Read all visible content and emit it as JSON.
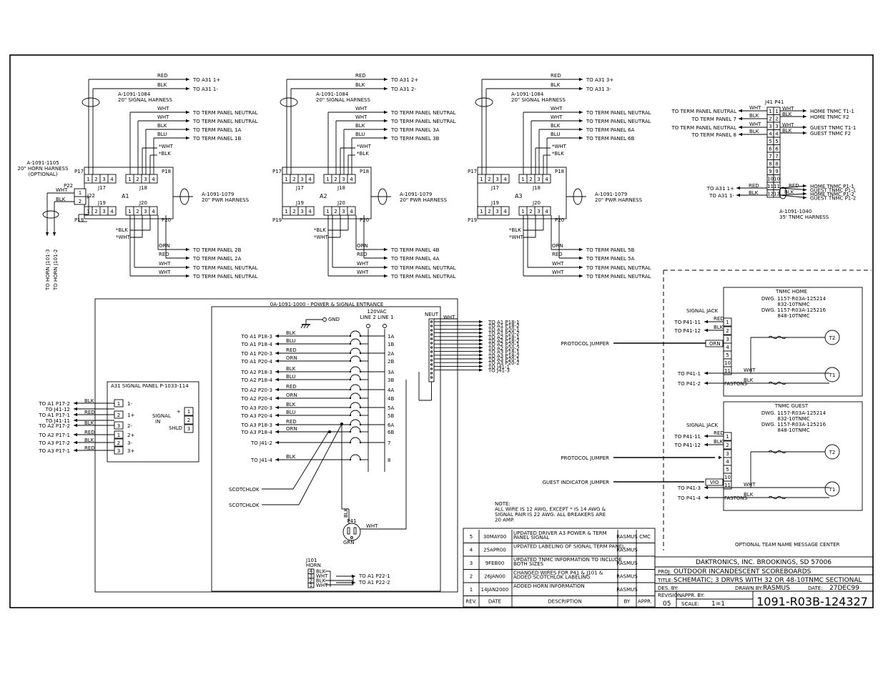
{
  "drivers": [
    {
      "name": "A1",
      "top_wires": [
        {
          "color": "RED",
          "dest": "TO A31 1+"
        },
        {
          "color": "BLK",
          "dest": "TO A31 1-"
        }
      ],
      "sig_harness": [
        "A-1091-1084",
        "20\" SIGNAL HARNESS"
      ],
      "mid_wires": [
        {
          "color": "WHT",
          "dest": "TO TERM PANEL NEUTRAL"
        },
        {
          "color": "WHT",
          "dest": "TO TERM PANEL NEUTRAL"
        },
        {
          "color": "BLK",
          "dest": "TO TERM PANEL 1A"
        },
        {
          "color": "BLU",
          "dest": "TO TERM PANEL 1B"
        }
      ],
      "bot_wires": [
        {
          "color": "ORN",
          "dest": "TO TERM PANEL 2B"
        },
        {
          "color": "RED",
          "dest": "TO TERM PANEL 2A"
        },
        {
          "color": "WHT",
          "dest": "TO TERM PANEL NEUTRAL"
        },
        {
          "color": "WHT",
          "dest": "TO TERM PANEL NEUTRAL"
        }
      ]
    },
    {
      "name": "A2",
      "top_wires": [
        {
          "color": "RED",
          "dest": "TO A31 2+"
        },
        {
          "color": "BLK",
          "dest": "TO A31 2-"
        }
      ],
      "sig_harness": [
        "A-1091-1084",
        "20\" SIGNAL HARNESS"
      ],
      "mid_wires": [
        {
          "color": "WHT",
          "dest": "TO TERM PANEL NEUTRAL"
        },
        {
          "color": "WHT",
          "dest": "TO TERM PANEL NEUTRAL"
        },
        {
          "color": "BLK",
          "dest": "TO TERM PANEL 3A"
        },
        {
          "color": "BLU",
          "dest": "TO TERM PANEL 3B"
        }
      ],
      "bot_wires": [
        {
          "color": "ORN",
          "dest": "TO TERM PANEL 4B"
        },
        {
          "color": "RED",
          "dest": "TO TERM PANEL 4A"
        },
        {
          "color": "WHT",
          "dest": "TO TERM PANEL NEUTRAL"
        },
        {
          "color": "WHT",
          "dest": "TO TERM PANEL NEUTRAL"
        }
      ]
    },
    {
      "name": "A3",
      "top_wires": [
        {
          "color": "RED",
          "dest": "TO A31 3+"
        },
        {
          "color": "BLK",
          "dest": "TO A31 3-"
        }
      ],
      "sig_harness": [
        "A-1091-1084",
        "20\" SIGNAL HARNESS"
      ],
      "mid_wires": [
        {
          "color": "WHT",
          "dest": "TO TERM PANEL NEUTRAL"
        },
        {
          "color": "WHT",
          "dest": "TO TERM PANEL NEUTRAL"
        },
        {
          "color": "BLK",
          "dest": "TO TERM PANEL 6A"
        },
        {
          "color": "BLU",
          "dest": "TO TERM PANEL 6B"
        }
      ],
      "bot_wires": [
        {
          "color": "ORN",
          "dest": "TO TERM PANEL 5B"
        },
        {
          "color": "RED",
          "dest": "TO TERM PANEL 5A"
        },
        {
          "color": "WHT",
          "dest": "TO TERM PANEL NEUTRAL"
        },
        {
          "color": "WHT",
          "dest": "TO TERM PANEL NEUTRAL"
        }
      ]
    }
  ],
  "driver_labels": {
    "p17": "P17",
    "p18": "P18",
    "p19": "P19",
    "p20": "P20",
    "j17": "J17",
    "j18": "J18",
    "j19": "J19",
    "j20": "J20",
    "pins": [
      "1",
      "2",
      "3",
      "4"
    ],
    "star_wht": "*WHT",
    "star_blk": "*BLK",
    "pwr_harness": [
      "A-1091-1079",
      "20\" PWR HARNESS"
    ]
  },
  "horn_harness": {
    "lines": [
      "A-1091-1105",
      "20\" HORN HARNESS",
      "(OPTIONAL)"
    ],
    "p22": "P22",
    "j22": "J22",
    "wht": "WHT",
    "blk": "BLK",
    "pin1": "1",
    "pin2": "2",
    "to1": "TO HORN J101-3",
    "to2": "TO HORN J101-2"
  },
  "tnmc_harness": {
    "j41": "J41",
    "p41": "P41",
    "left_labels": [
      "TO TERM PANEL NEUTRAL",
      "TO TERM PANEL 7",
      "TO TERM PANEL NEUTRAL",
      "TO TERM PANEL 8"
    ],
    "left_colors": [
      "WHT",
      "BLK",
      "WHT",
      "BLK"
    ],
    "right_colors": [
      "WHT",
      "BLK",
      "WHT",
      "BLK"
    ],
    "right_labels": [
      "HOME TNMC T1-1",
      "HOME TNMC F2",
      "GUEST TNMC T1-1",
      "GUEST TNMC F2"
    ],
    "pins": [
      "1",
      "2",
      "3",
      "4",
      "5",
      "6",
      "7",
      "8",
      "9",
      "10",
      "11",
      "12"
    ],
    "a31_labels": [
      "TO A31 1+",
      "TO A31 1-"
    ],
    "a31_colors": [
      "RED",
      "BLK"
    ],
    "p_colors": [
      "RED",
      "BLK"
    ],
    "p_labels": [
      "HOME TNMC P1-1",
      "GUEST TNMC P1-1",
      "HOME TNMC P1-2",
      "GUEST TNMC P1-2"
    ],
    "caption": [
      "A-1091-1040",
      "35' TNMC HARNESS"
    ]
  },
  "entrance": {
    "title": "0A-1091-1000 - POWER & SIGNAL ENTRANCE",
    "volt": "120VAC",
    "lines": "LINE 2 LINE 1",
    "neut": "NEUT",
    "wht": "WHT",
    "gnd": "GND",
    "rows": [
      {
        "to": "TO A1 P18-3",
        "color": "BLK",
        "bk": "1A"
      },
      {
        "to": "TO A1 P18-4",
        "color": "BLU",
        "bk": "1B"
      },
      {
        "to": "TO A1 P20-3",
        "color": "RED",
        "bk": "2A"
      },
      {
        "to": "TO A1 P20-4",
        "color": "ORN",
        "bk": "2B"
      },
      {
        "to": "TO A2 P18-3",
        "color": "BLK",
        "bk": "3A"
      },
      {
        "to": "TO A2 P18-4",
        "color": "BLU",
        "bk": "3B"
      },
      {
        "to": "TO A2 P20-3",
        "color": "RED",
        "bk": "4A"
      },
      {
        "to": "TO A2 P20-4",
        "color": "ORN",
        "bk": "4B"
      },
      {
        "to": "TO A3 P20-3",
        "color": "BLK",
        "bk": "5A"
      },
      {
        "to": "TO A3 P20-4",
        "color": "BLU",
        "bk": "5B"
      },
      {
        "to": "TO A3 P18-3",
        "color": "RED",
        "bk": "6A"
      },
      {
        "to": "TO A3 P18-4",
        "color": "ORN",
        "bk": "6B"
      },
      {
        "to": "TO J41-2",
        "color": "",
        "bk": "7"
      },
      {
        "to": "TO J41-4",
        "color": "BLK",
        "bk": "8"
      }
    ],
    "neut_outs": [
      "TO A1 P18-1",
      "TO A1 P18-2",
      "TO A1 P20-1",
      "TO A1 P20-2",
      "TO A2 P18-1",
      "TO A2 P18-2",
      "TO A2 P20-1",
      "TO A2 P20-2",
      "TO A3 P18-1",
      "TO A3 P18-2",
      "TO A3 P20-1",
      "TO A3 P20-2",
      "TO J41-1",
      "TO J41-3"
    ],
    "scotchlok": "SCOTCHLOK",
    "p41": "P41",
    "blk": "BLK",
    "grn": "GRN",
    "j101": [
      "J101",
      "HORN"
    ],
    "horn_colors": [
      "BLK",
      "WHT",
      "BLK",
      "WHT"
    ],
    "horn_pins": [
      "4",
      "3",
      "2",
      "1"
    ],
    "horn_to": [
      "TO A1 P22-1",
      "TO A1 P22-2"
    ]
  },
  "a31": {
    "title": "A31 SIGNAL PANEL P-1033-114",
    "rows": [
      {
        "to": "TO A1 P17-2",
        "color": "BLK",
        "pin": "1",
        "sig": "1-"
      },
      {
        "to": "TO J41-12",
        "color": "",
        "pin": "",
        "sig": ""
      },
      {
        "to": "TO A1 P17-1",
        "color": "RED",
        "pin": "2",
        "sig": "1+"
      },
      {
        "to": "TO J41-11",
        "color": "",
        "pin": "",
        "sig": ""
      },
      {
        "to": "TO A2 P17-2",
        "color": "BLK",
        "pin": "3",
        "sig": "2-"
      },
      {
        "to": "TO A2 P17-1",
        "color": "RED",
        "pin": "1",
        "sig": "2+"
      },
      {
        "to": "TO A3 P17-2",
        "color": "BLK",
        "pin": "2",
        "sig": "3-"
      },
      {
        "to": "TO A3 P17-1",
        "color": "RED",
        "pin": "3",
        "sig": "3+"
      }
    ],
    "sig_in": [
      "SIGNAL",
      "IN"
    ],
    "shld": "SHLD",
    "sig_pins": [
      "1",
      "2",
      "3"
    ],
    "plusminus": "+"
  },
  "tnmc_home": {
    "title": "TNMC HOME",
    "dwg": [
      "DWG. 1157-R03A-125214",
      "832-10TNMC",
      "DWG. 1157-R03A-125216",
      "848-10TNMC"
    ],
    "jack": "SIGNAL JACK",
    "jack_to": [
      "TO P41-11",
      "TO P41-12"
    ],
    "jack_colors": [
      "RED",
      "BLK"
    ],
    "jack_pins": [
      "1",
      "2"
    ],
    "pins": [
      "3",
      "4",
      "5",
      "10",
      "11"
    ],
    "orn": "ORN",
    "jumper": "PROTOCOL JUMPER",
    "t_to": [
      "TO P41-1",
      "TO P41-2"
    ],
    "t_colors": [
      "WHT",
      "BLK"
    ],
    "fastons": "FASTONS",
    "t2": "T2",
    "t1": "T1"
  },
  "tnmc_guest": {
    "title": "TNMC GUEST",
    "dwg": [
      "DWG. 1157-R03A-125214",
      "832-10TNMC",
      "DWG. 1157-R03A-125216",
      "848-10TNMC"
    ],
    "jack": "SIGNAL JACK",
    "jack_to": [
      "TO P41-11",
      "TO P41-12"
    ],
    "jack_colors": [
      "RED",
      "BLK"
    ],
    "jack_pins": [
      "1",
      "2"
    ],
    "pins": [
      "3",
      "4",
      "5",
      "10",
      "11"
    ],
    "vio": "VIO",
    "jumper": "PROTOCOL JUMPER",
    "jumper2": "GUEST INDICATOR JUMPER",
    "t_to": [
      "TO P41-3",
      "TO P41-4"
    ],
    "t_colors": [
      "WHT",
      "BLK"
    ],
    "fastons": "FASTONS",
    "t2": "T2",
    "t1": "T1"
  },
  "optional_label": "OPTIONAL TEAM NAME MESSAGE CENTER",
  "note": [
    "NOTE:",
    "ALL WIRE IS 12 AWG, EXCEPT * IS 14 AWG &",
    "SIGNAL PAIR IS 22 AWG.  ALL BREAKERS ARE",
    "20 AMP."
  ],
  "revisions": [
    {
      "rev": "5",
      "date": "30MAY00",
      "desc": [
        "UPDATED DRIVER A3 POWER & TERM",
        "PANEL SIGNAL"
      ],
      "by": "RASMUS",
      "appr": "CMC"
    },
    {
      "rev": "4",
      "date": "25APR00",
      "desc": [
        "UPDATED LABELING OF SIGNAL TERM PANEL",
        ""
      ],
      "by": "RASMUS",
      "appr": ""
    },
    {
      "rev": "3",
      "date": "9FEB00",
      "desc": [
        "UPDATED TNMC INFORMATION TO INCLUDE",
        "BOTH SIZES"
      ],
      "by": "RASMUS",
      "appr": ""
    },
    {
      "rev": "2",
      "date": "26JAN00",
      "desc": [
        "CHANGED WIRES FOR P41 & J101 &",
        "ADDED SCOTCHLOK LABELING"
      ],
      "by": "RASMUS",
      "appr": ""
    },
    {
      "rev": "1",
      "date": "14JAN2000",
      "desc": [
        "ADDED HORN INFORMATION",
        ""
      ],
      "by": "RASMUS",
      "appr": ""
    }
  ],
  "rev_headers": {
    "rev": "REV.",
    "date": "DATE",
    "desc": "DESCRIPTION",
    "by": "BY",
    "appr": "APPR."
  },
  "title_block": {
    "company": "DAKTRONICS, INC.  BROOKINGS, SD 57006",
    "proj_label": "PROJ:",
    "proj": "OUTDOOR INCANDESCENT SCOREBOARDS",
    "title_label": "TITLE:",
    "title": "SCHEMATIC; 3 DRVRS WITH 32 OR 48-10TNMC SECTIONAL",
    "des_label": "DES. BY:",
    "drawn_label": "DRAWN BY:",
    "drawn": "RASMUS",
    "date_label": "DATE:",
    "date": "27DEC99",
    "revision_label": "REVISION",
    "revision": "05",
    "appr_label": "APPR. BY:",
    "scale_label": "SCALE:",
    "scale": "1=1",
    "dwg_no": "1091-R03B-124327"
  }
}
